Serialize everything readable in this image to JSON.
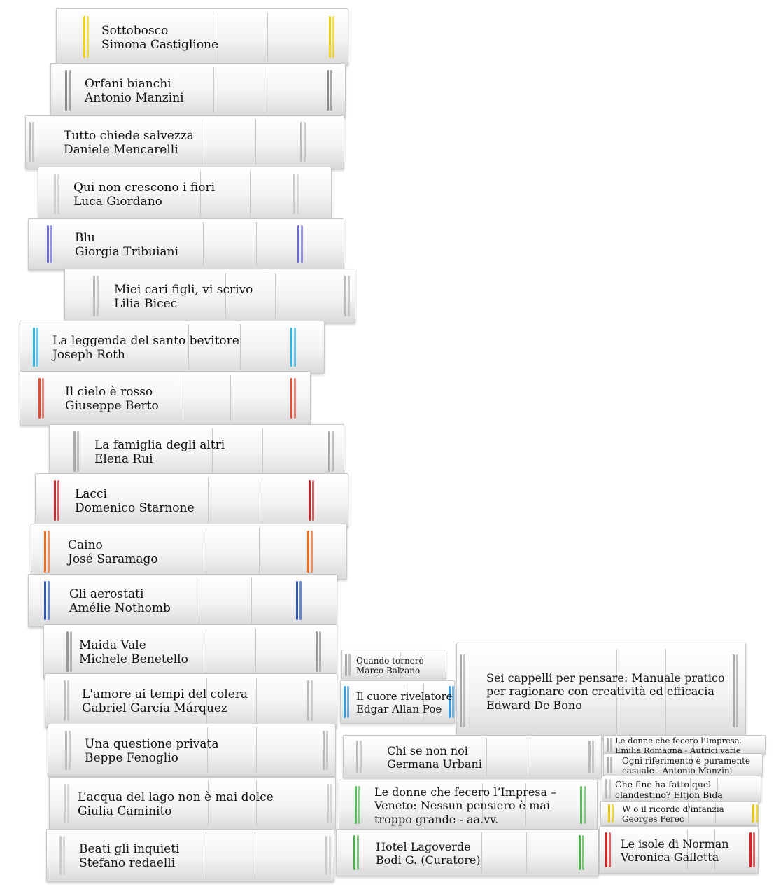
{
  "books": [
    {
      "title": "Sottobosco",
      "author": "Simona Castiglione",
      "accent": "#f2d200"
    },
    {
      "title": "Orfani bianchi",
      "author": "Antonio Manzini",
      "accent": "#888888"
    },
    {
      "title": "Tutto chiede salvezza",
      "author": "Daniele Mencarelli",
      "accent": "#bbbbbb"
    },
    {
      "title": "Qui non crescono i fiori",
      "author": "Luca Giordano",
      "accent": "#cccccc"
    },
    {
      "title": "Blu",
      "author": "Giorgia Tribuiani",
      "accent": "#6a6ad6"
    },
    {
      "title": "Miei cari figli, vi scrivo",
      "author": "Lilia Bicec",
      "accent": "#bbbbbb"
    },
    {
      "title": "La leggenda del santo bevitore",
      "author": "Joseph Roth",
      "accent": "#2bb5e8"
    },
    {
      "title": "Il cielo è rosso",
      "author": "Giuseppe Berto",
      "accent": "#e04b35"
    },
    {
      "title": "La famiglia degli altri",
      "author": "Elena Rui",
      "accent": "#aaaaaa"
    },
    {
      "title": "Lacci",
      "author": "Domenico Starnone",
      "accent": "#c0272d"
    },
    {
      "title": "Caino",
      "author": "José Saramago",
      "accent": "#ef6a22"
    },
    {
      "title": "Gli aerostati",
      "author": "Amélie Nothomb",
      "accent": "#2f5ab8"
    },
    {
      "title": "Maida Vale",
      "author": "Michele Benetello",
      "accent": "#999999"
    },
    {
      "title": "L'amore ai tempi del colera",
      "author": "Gabriel García Márquez",
      "accent": "#bbbbbb"
    },
    {
      "title": "Una questione privata",
      "author": "Beppe Fenoglio",
      "accent": "#bbbbbb"
    },
    {
      "title": "L’acqua del lago non è mai dolce",
      "author": "Giulia Caminito",
      "accent": "#cccccc"
    },
    {
      "title": "Beati gli inquieti",
      "author": "Stefano redaelli",
      "accent": "#cccccc"
    },
    {
      "title": "Quando tornerò",
      "author": "Marco Balzano",
      "accent": "#aaaaaa"
    },
    {
      "title": "Il cuore rivelatore",
      "author": "Edgar Allan Poe",
      "accent": "#3a9ad9"
    },
    {
      "title": "Sei cappelli per pensare: Manuale pratico",
      "author": "per ragionare con creatività ed efficacia",
      "extra": "Edward De Bono",
      "accent": "#aaaaaa"
    },
    {
      "title": "Chi se non noi",
      "author": "Germana Urbani",
      "accent": "#bbbbbb"
    },
    {
      "title": "Le donne che fecero l’Impresa –",
      "author": "Veneto: Nessun pensiero è mai",
      "extra": "troppo grande - aa.vv.",
      "accent": "#5cb85c"
    },
    {
      "title": "Hotel Lagoverde",
      "author": "Bodi G. (Curatore)",
      "accent": "#4cae4c"
    },
    {
      "title": "Le donne che fecero l’Impresa.",
      "author": "Emilia Romagna - Autrici varie",
      "accent": "#aaaaaa"
    },
    {
      "title": "Ogni riferimento è puramente",
      "author": "casuale - Antonio Manzini",
      "accent": "#aaaaaa"
    },
    {
      "title": "Che fine ha fatto quel",
      "author": "clandestino?  Eltjon Bida",
      "accent": "#bbbbbb"
    },
    {
      "title": "W o il ricordo d'infanzia",
      "author": "Georges Perec",
      "accent": "#e8c800"
    },
    {
      "title": "Le isole di Norman",
      "author": "Veronica Galletta",
      "accent": "#e02020"
    }
  ]
}
